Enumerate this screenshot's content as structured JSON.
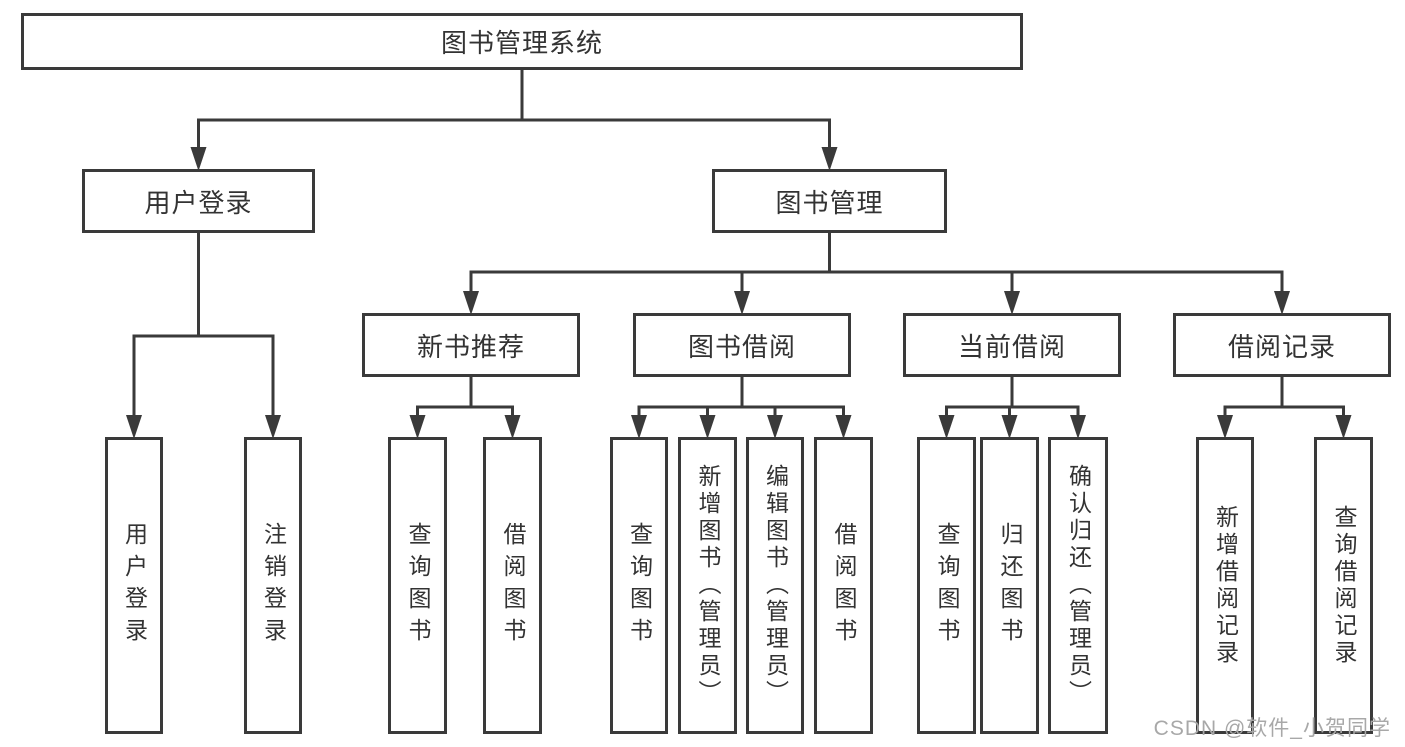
{
  "diagram": {
    "nodes": [
      {
        "id": "root",
        "label": "图书管理系统"
      },
      {
        "id": "user-login",
        "label": "用户登录"
      },
      {
        "id": "book-mgmt",
        "label": "图书管理"
      },
      {
        "id": "new-book-rec",
        "label": "新书推荐"
      },
      {
        "id": "book-borrow",
        "label": "图书借阅"
      },
      {
        "id": "current-borrow",
        "label": "当前借阅"
      },
      {
        "id": "borrow-records",
        "label": "借阅记录"
      },
      {
        "id": "leaf-user-login",
        "label": "用户登录"
      },
      {
        "id": "leaf-logout",
        "label": "注销登录"
      },
      {
        "id": "leaf-rec-search-book",
        "label": "查询图书"
      },
      {
        "id": "leaf-rec-borrow-book",
        "label": "借阅图书"
      },
      {
        "id": "leaf-bb-search-book",
        "label": "查询图书"
      },
      {
        "id": "leaf-bb-add-book",
        "label": "新增图书（管理员）"
      },
      {
        "id": "leaf-bb-edit-book",
        "label": "编辑图书（管理员）"
      },
      {
        "id": "leaf-bb-borrow-book",
        "label": "借阅图书"
      },
      {
        "id": "leaf-cb-search-book",
        "label": "查询图书"
      },
      {
        "id": "leaf-cb-return-book",
        "label": "归还图书"
      },
      {
        "id": "leaf-cb-confirm-return",
        "label": "确认归还（管理员）"
      },
      {
        "id": "leaf-br-add-record",
        "label": "新增借阅记录"
      },
      {
        "id": "leaf-br-search-record",
        "label": "查询借阅记录"
      }
    ],
    "line_color": "#3a3a3a"
  },
  "watermark": {
    "text": "CSDN @软件_小贺同学"
  }
}
